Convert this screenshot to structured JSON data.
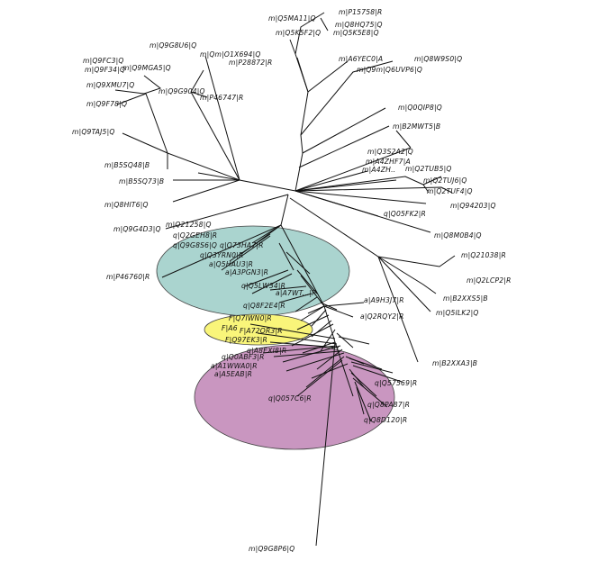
{
  "colors": {
    "clade_teal": "#aad4cf",
    "clade_yellow": "#f9f57a",
    "clade_purple": "#c996c0",
    "branch": "#111111",
    "label": "#111111"
  },
  "tree": {
    "clades": [
      {
        "id": "teal",
        "color": "#aad4cf"
      },
      {
        "id": "yellow",
        "color": "#f9f57a"
      },
      {
        "id": "purple",
        "color": "#c996c0"
      }
    ],
    "leaves": [
      "m|P15758|R",
      "m|Q5MA11|Q",
      "m|Q8HQ75|Q",
      "m|Q5K5F2|Q",
      "m|Q5K5E8|Q",
      "m|Q9G8U6|Q",
      "m|Qm|O1X694|Q",
      "m|P28872|R",
      "m|Q9FC3|Q",
      "m|Q9F34|Q",
      "m|Q9MGA5|Q",
      "m|Q9XMU7|Q",
      "m|Q9G904|Q",
      "m|P46747|R",
      "m|Q9F78|Q",
      "m|A6YEC0|A",
      "m|Q8W9S0|Q",
      "m|Q9m|Q6UVP6|Q",
      "m|Q0QIP8|Q",
      "m|B2MWT5|B",
      "m|Q9TAJ5|Q",
      "m|Q3S2A2|Q",
      "m|A4ZHF7|A",
      "m|A4ZH..",
      "m|Q2TUB5|Q",
      "m|B5SQ48|B",
      "m|B5SQ73|B",
      "m|Q2TUJ6|Q",
      "m|Q2TUF4|Q",
      "m|Q8HIT6|Q",
      "m|Q94203|Q",
      "q|Q05FK2|R",
      "m|Q9G4D3|Q",
      "m|Q21258|Q",
      "m|Q8M0B4|Q",
      "q|Q2GEH8|R",
      "q|Q9G8S6|Q",
      "q|Q73HA7|R",
      "q|Q3YRN0|R",
      "a|Q5HAU3|R",
      "m|Q21038|R",
      "m|P46760|R",
      "a|A3PGN3|R",
      "m|Q2LCP2|R",
      "q|Q5LW34|R",
      "a|A7WT...|R",
      "m|B2XXS5|B",
      "a|A9H3J7|R",
      "q|Q8F2E4|R",
      "m|Q5ILK2|Q",
      "a|Q2RQY2|R",
      "F|Q7IWN0|R",
      "F|A6",
      "F|A72OR3|R",
      "F|Q97EK3|R",
      "q|A8EXI8|R",
      "m|B2XXA3|B",
      "q|Q0ABF3|R",
      "a|A1WWA0|R",
      "a|A5EAB|R",
      "q|Q57569|R",
      "q|Q057C6|R",
      "q|Q8PA87|R",
      "q|Q8D120|R",
      "m|Q9G8P6|Q"
    ]
  }
}
